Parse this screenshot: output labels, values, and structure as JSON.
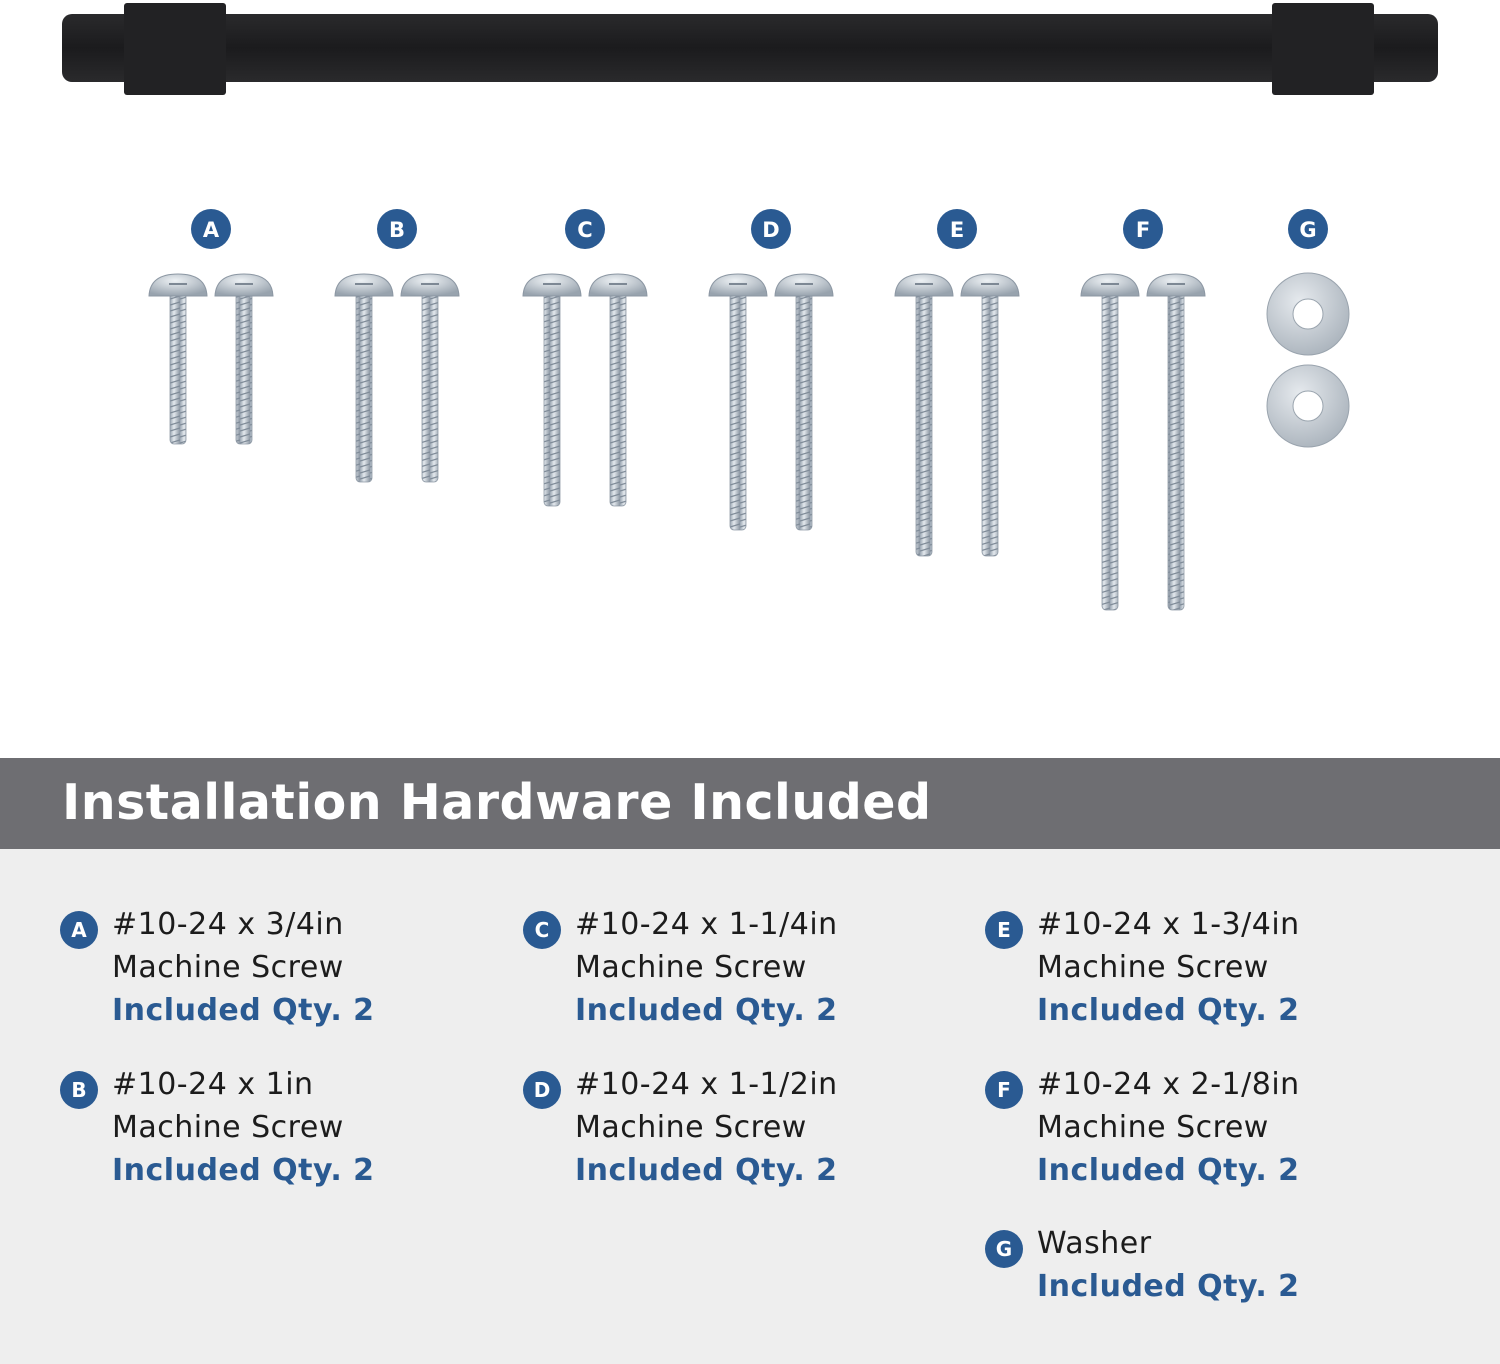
{
  "colors": {
    "accent": "#2a5a92",
    "banner": "#6e6e72",
    "panel": "#eeeeee",
    "handle": "#1e1e20",
    "zinc": "#c4ccd4"
  },
  "labels": [
    "A",
    "B",
    "C",
    "D",
    "E",
    "F",
    "G"
  ],
  "section_title": "Installation Hardware Included",
  "items": [
    {
      "letter": "A",
      "line1": "#10-24 x 3/4in",
      "line2": "Machine Screw",
      "qty": "Included Qty. 2"
    },
    {
      "letter": "B",
      "line1": "#10-24 x 1in",
      "line2": "Machine Screw",
      "qty": "Included Qty. 2"
    },
    {
      "letter": "C",
      "line1": "#10-24 x 1-1/4in",
      "line2": "Machine Screw",
      "qty": "Included Qty. 2"
    },
    {
      "letter": "D",
      "line1": "#10-24 x 1-1/2in",
      "line2": "Machine Screw",
      "qty": "Included Qty. 2"
    },
    {
      "letter": "E",
      "line1": "#10-24 x 1-3/4in",
      "line2": "Machine Screw",
      "qty": "Included Qty. 2"
    },
    {
      "letter": "F",
      "line1": "#10-24 x 2-1/8in",
      "line2": "Machine Screw",
      "qty": "Included Qty. 2"
    },
    {
      "letter": "G",
      "line1": "Washer",
      "qty": "Included Qty. 2"
    }
  ]
}
